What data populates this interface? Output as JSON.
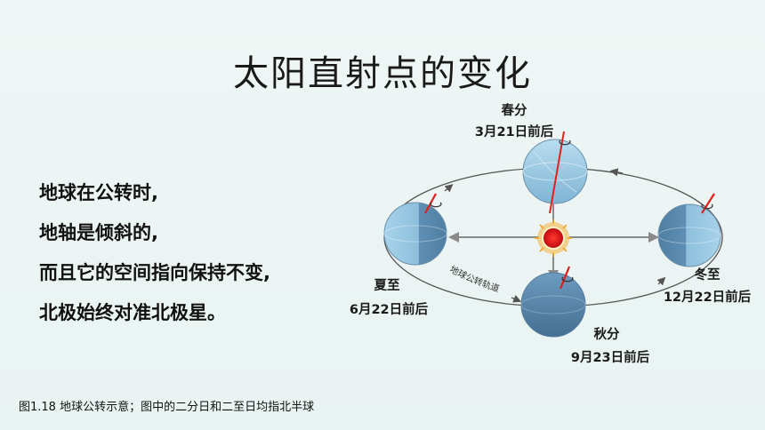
{
  "title": "太阳直射点的变化",
  "bullets": [
    "地球在公转时,",
    "地轴是倾斜的,",
    "而且它的空间指向保持不变,",
    "北极始终对准北极星。"
  ],
  "diagram": {
    "positions": {
      "spring": {
        "name": "春分",
        "date": "3月21日前后"
      },
      "summer": {
        "name": "夏至",
        "date": "6月22日前后"
      },
      "autumn": {
        "name": "秋分",
        "date": "9月23日前后"
      },
      "winter": {
        "name": "冬至",
        "date": "12月22日前后"
      }
    },
    "orbit_label": "地球公转轨道",
    "colors": {
      "earth_light": "#a8d3ea",
      "earth_dark": "#5f8fb4",
      "orbit": "#555555",
      "axis": "#e0201b",
      "sun": "#d4141a",
      "rays": "#f4b23a",
      "arrow_gray": "#8a8a8a"
    }
  },
  "caption": "图1.18 地球公转示意；图中的二分日和二至日均指北半球"
}
